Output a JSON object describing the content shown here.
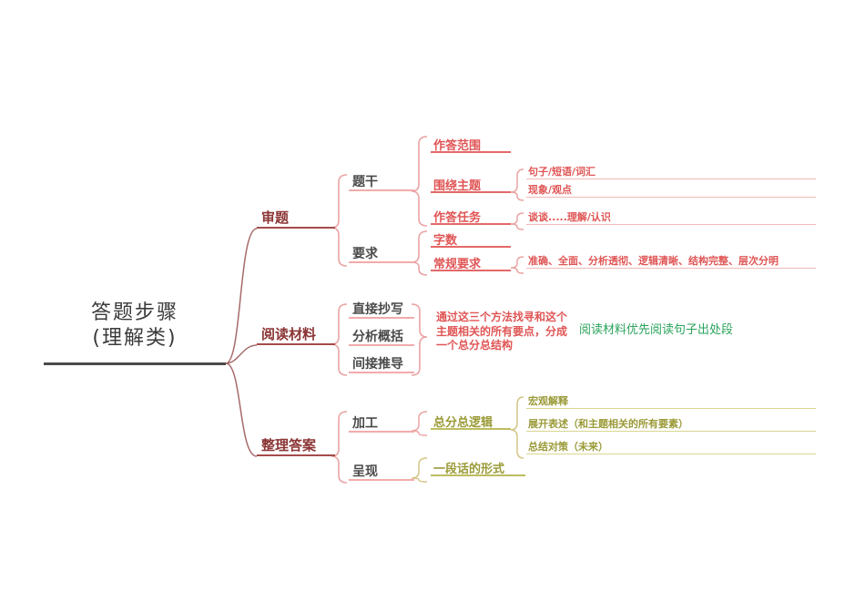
{
  "root": {
    "title_line1": "答题步骤",
    "title_line2": "(理解类)"
  },
  "branch_examine": {
    "label": "审题",
    "stem": {
      "label": "题干",
      "scope": "作答范围",
      "theme": {
        "label": "围绕主题",
        "items": [
          "句子/短语/词汇",
          "现象/观点"
        ]
      },
      "task": {
        "label": "作答任务",
        "note": "谈谈.....理解/认识"
      }
    },
    "require": {
      "label": "要求",
      "wordcount": "字数",
      "regular": {
        "label": "常规要求",
        "note": "准确、全面、分析透彻、逻辑清晰、结构完整、层次分明"
      }
    }
  },
  "branch_reading": {
    "label": "阅读材料",
    "methods": [
      "直接抄写",
      "分析概括",
      "间接推导"
    ],
    "summary": "通过这三个方法找寻和这个主题相关的所有要点，分成一个总分总结构",
    "tip": "阅读材料优先阅读句子出处段"
  },
  "branch_organize": {
    "label": "整理答案",
    "process": {
      "label": "加工",
      "logic": {
        "label": "总分总逻辑",
        "items": [
          "宏观解释",
          "展开表述（和主题相关的所有要素）",
          "总结对策（未来）"
        ]
      }
    },
    "present": {
      "label": "呈现",
      "form": "一段话的形式"
    }
  },
  "colors": {
    "branch_text": "#8b3434",
    "red": "#e05555",
    "olive": "#9a9a38",
    "green": "#2aa35c",
    "brace_pink": "#eba3a3",
    "brace_olive": "#d4c584",
    "root_line": "#4a4a4a"
  }
}
